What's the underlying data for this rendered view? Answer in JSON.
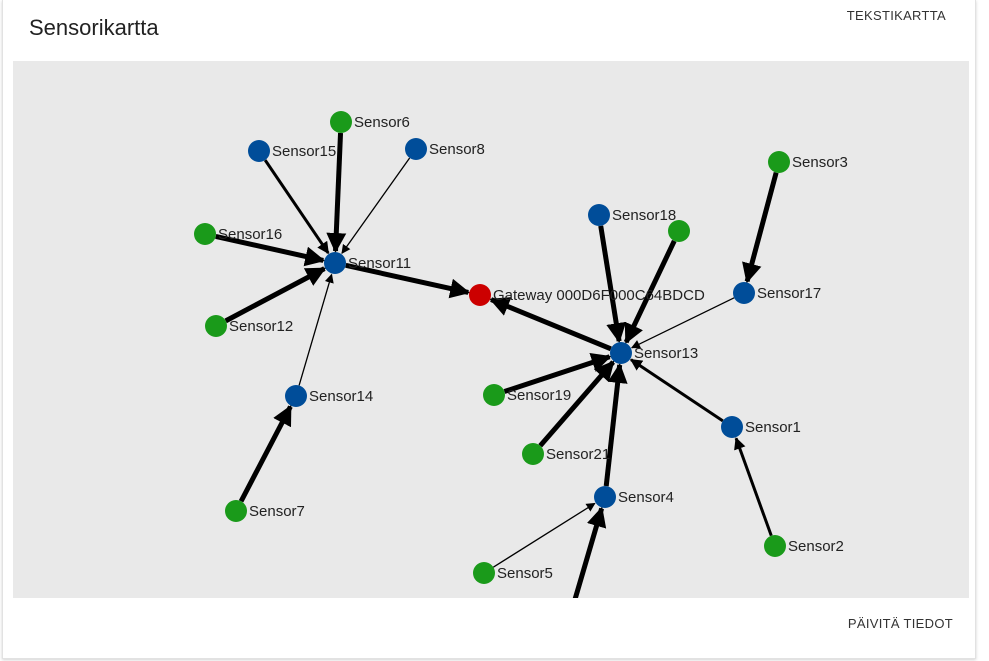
{
  "title": "Sensorikartta",
  "text_map_button": "TEKSTIKARTTA",
  "refresh_button": "PÄIVITÄ TIEDOT",
  "colors": {
    "gateway": "#cc0000",
    "router": "#004d99",
    "end_device": "#1a9a1a",
    "edge": "#000000",
    "map_background": "#e9e9e9"
  },
  "nodes": [
    {
      "id": "gateway",
      "label": "Gateway 000D6F000C64BDCD",
      "kind": "gateway"
    },
    {
      "id": "s11",
      "label": "Sensor11",
      "kind": "router"
    },
    {
      "id": "s13",
      "label": "Sensor13",
      "kind": "router"
    },
    {
      "id": "s15",
      "label": "Sensor15",
      "kind": "router"
    },
    {
      "id": "s8",
      "label": "Sensor8",
      "kind": "router"
    },
    {
      "id": "s6",
      "label": "Sensor6",
      "kind": "end_device"
    },
    {
      "id": "s16",
      "label": "Sensor16",
      "kind": "end_device"
    },
    {
      "id": "s12",
      "label": "Sensor12",
      "kind": "end_device"
    },
    {
      "id": "s14",
      "label": "Sensor14",
      "kind": "router"
    },
    {
      "id": "s7",
      "label": "Sensor7",
      "kind": "end_device"
    },
    {
      "id": "s18",
      "label": "Sensor18",
      "kind": "router"
    },
    {
      "id": "s_unlabeled",
      "label": "",
      "kind": "end_device"
    },
    {
      "id": "s3",
      "label": "Sensor3",
      "kind": "end_device"
    },
    {
      "id": "s17",
      "label": "Sensor17",
      "kind": "router"
    },
    {
      "id": "s19",
      "label": "Sensor19",
      "kind": "end_device"
    },
    {
      "id": "s21",
      "label": "Sensor21",
      "kind": "end_device"
    },
    {
      "id": "s1",
      "label": "Sensor1",
      "kind": "router"
    },
    {
      "id": "s4",
      "label": "Sensor4",
      "kind": "router"
    },
    {
      "id": "s2",
      "label": "Sensor2",
      "kind": "end_device"
    },
    {
      "id": "s5",
      "label": "Sensor5",
      "kind": "end_device"
    },
    {
      "id": "s_offscreen",
      "label": "",
      "kind": "end_device"
    }
  ],
  "edges": [
    {
      "from": "s11",
      "to": "gateway",
      "strength": "thick"
    },
    {
      "from": "s13",
      "to": "gateway",
      "strength": "thick"
    },
    {
      "from": "s15",
      "to": "s11",
      "strength": "medium"
    },
    {
      "from": "s6",
      "to": "s11",
      "strength": "thick"
    },
    {
      "from": "s8",
      "to": "s11",
      "strength": "thin"
    },
    {
      "from": "s16",
      "to": "s11",
      "strength": "thick"
    },
    {
      "from": "s12",
      "to": "s11",
      "strength": "thick"
    },
    {
      "from": "s14",
      "to": "s11",
      "strength": "thin"
    },
    {
      "from": "s7",
      "to": "s14",
      "strength": "thick"
    },
    {
      "from": "s18",
      "to": "s13",
      "strength": "thick"
    },
    {
      "from": "s_unlabeled",
      "to": "s13",
      "strength": "thick"
    },
    {
      "from": "s17",
      "to": "s13",
      "strength": "thin"
    },
    {
      "from": "s3",
      "to": "s17",
      "strength": "thick"
    },
    {
      "from": "s19",
      "to": "s13",
      "strength": "thick"
    },
    {
      "from": "s21",
      "to": "s13",
      "strength": "thick"
    },
    {
      "from": "s1",
      "to": "s13",
      "strength": "medium"
    },
    {
      "from": "s4",
      "to": "s13",
      "strength": "thick"
    },
    {
      "from": "s2",
      "to": "s1",
      "strength": "medium"
    },
    {
      "from": "s5",
      "to": "s4",
      "strength": "thin"
    },
    {
      "from": "s_offscreen",
      "to": "s4",
      "strength": "thick"
    }
  ]
}
